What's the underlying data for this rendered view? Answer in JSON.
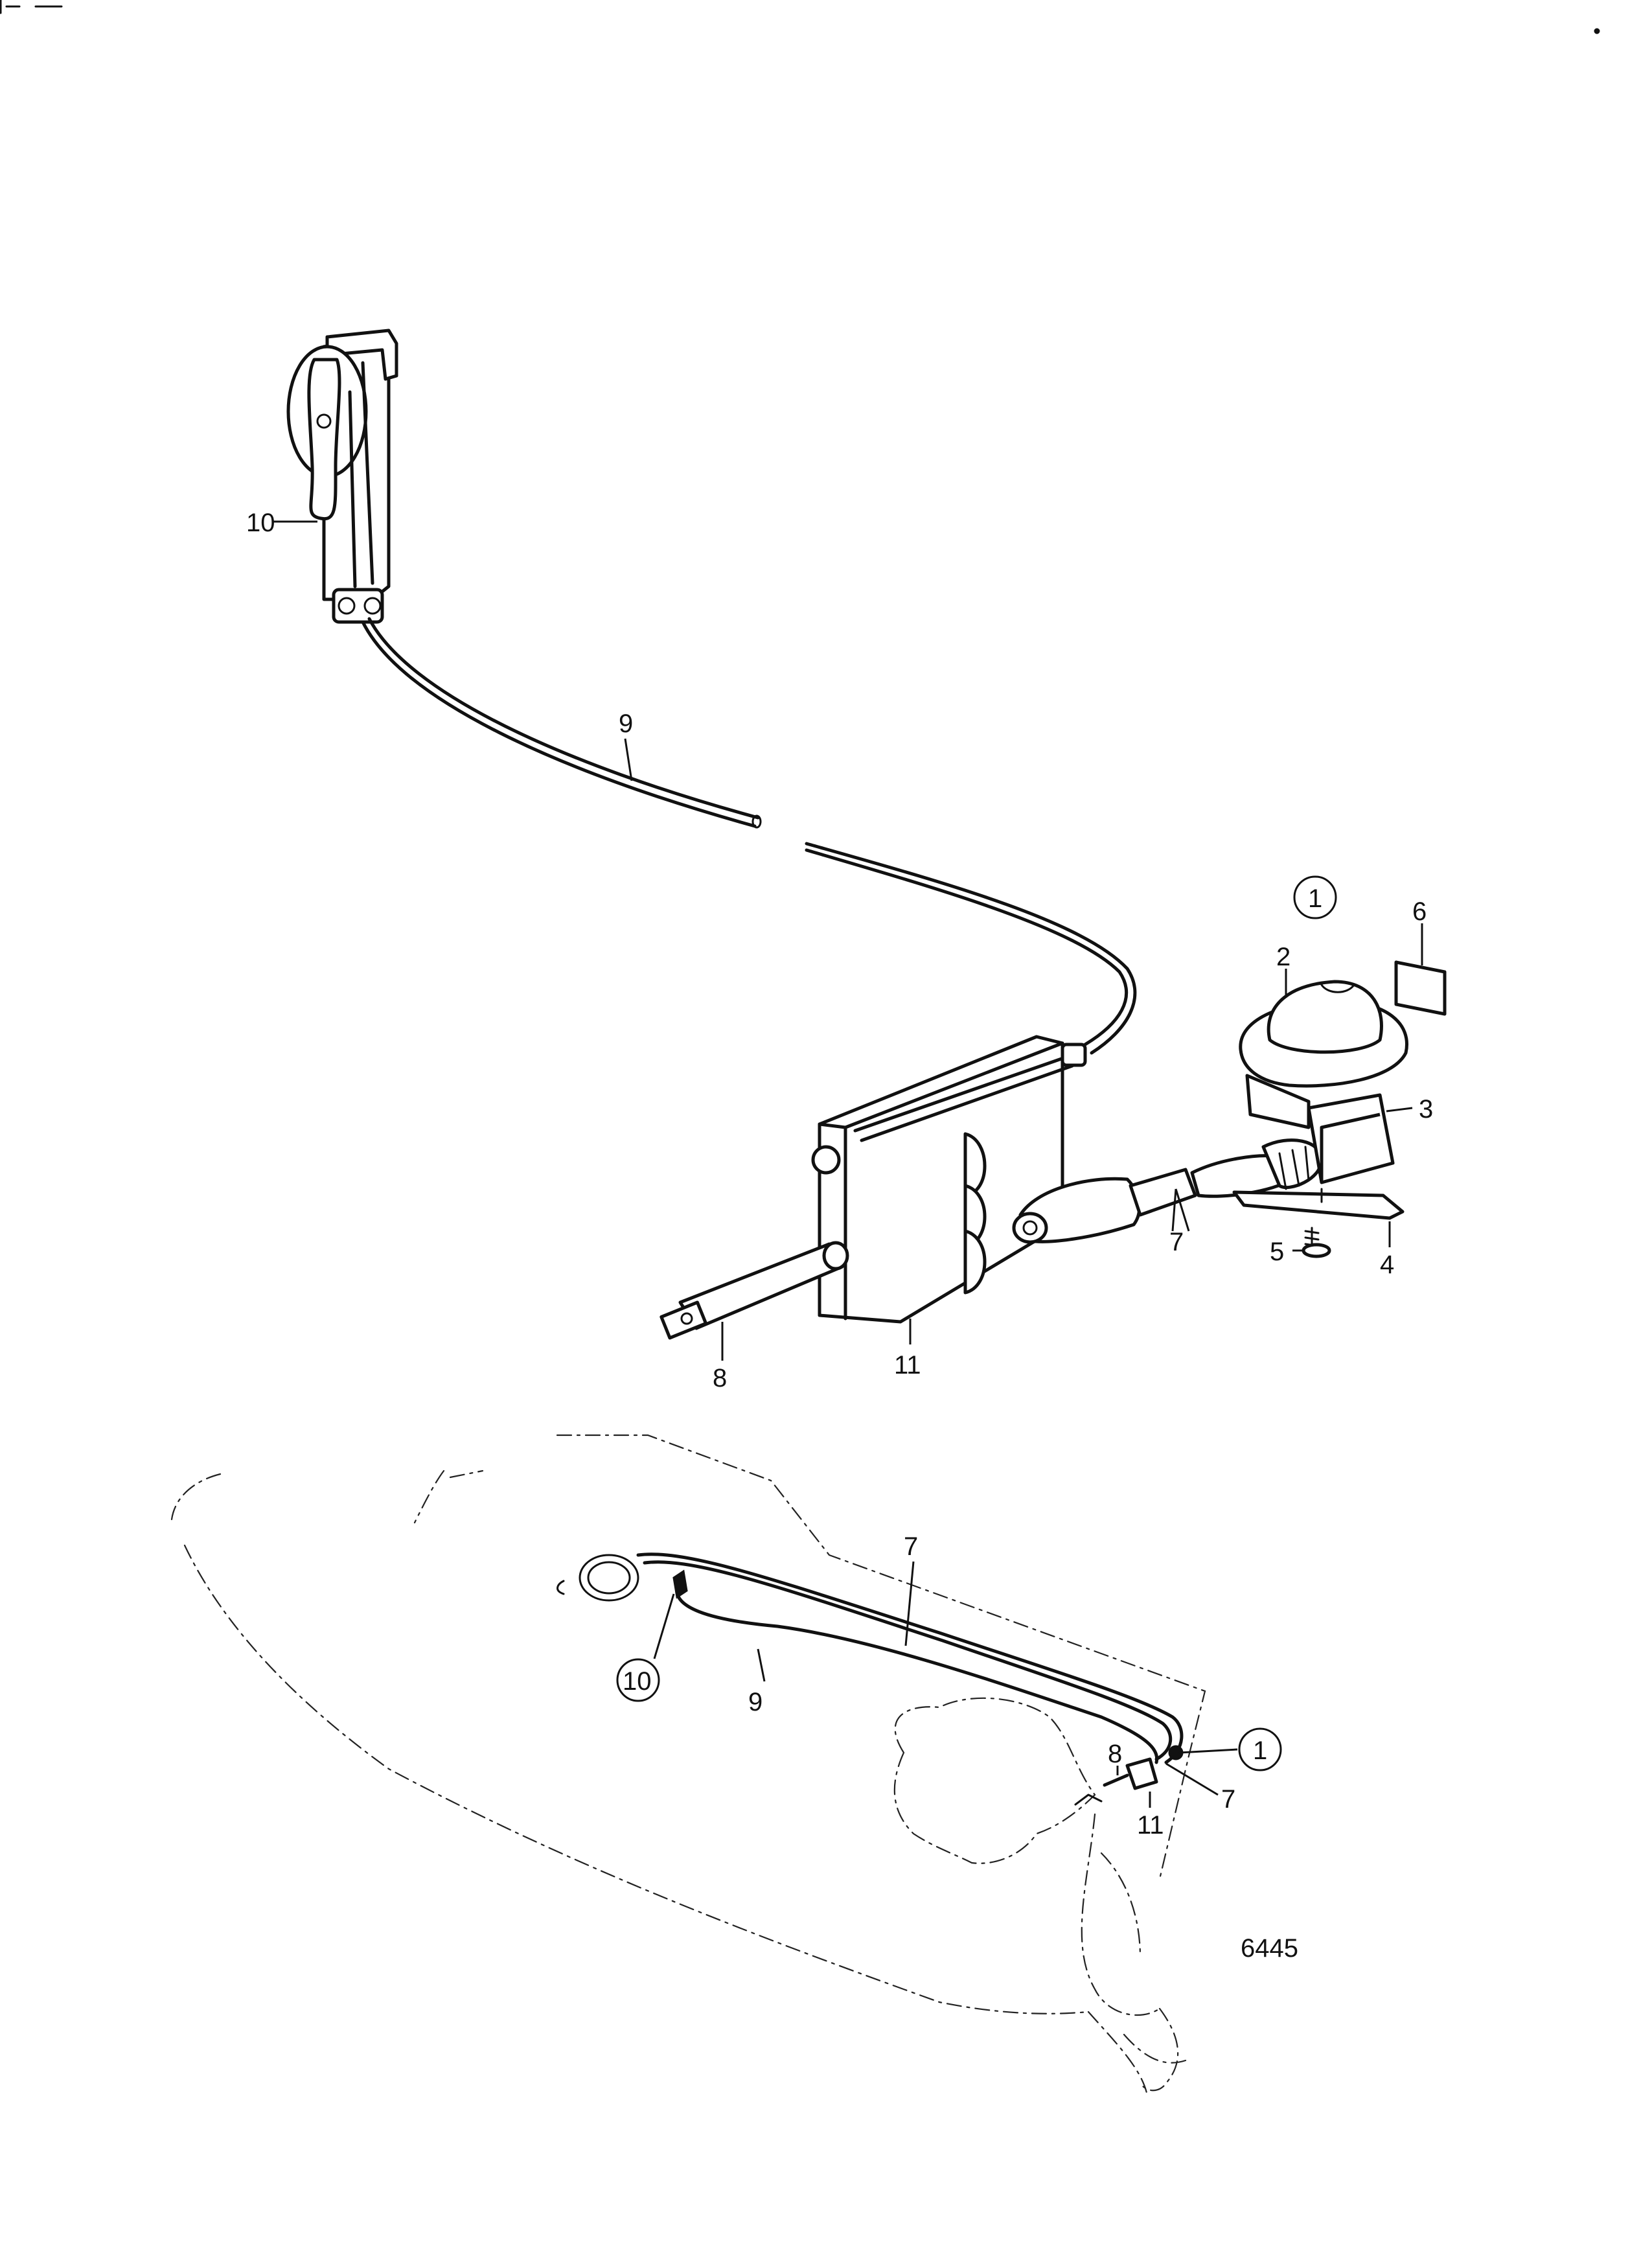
{
  "figure_number": "6445",
  "top_callouts": {
    "group": "1",
    "control_lever": "10",
    "cable": "9",
    "cover": "2",
    "housing": "3",
    "bracket": "4",
    "screw": "5",
    "label_plate": "6",
    "connector": "7",
    "push_rod": "8",
    "actuator_unit": "11"
  },
  "bottom_callouts": {
    "connector_cable": "7",
    "cable": "9",
    "control_lever": "10",
    "push_rod": "8",
    "actuator_unit": "11",
    "connector": "7",
    "group": "1"
  }
}
